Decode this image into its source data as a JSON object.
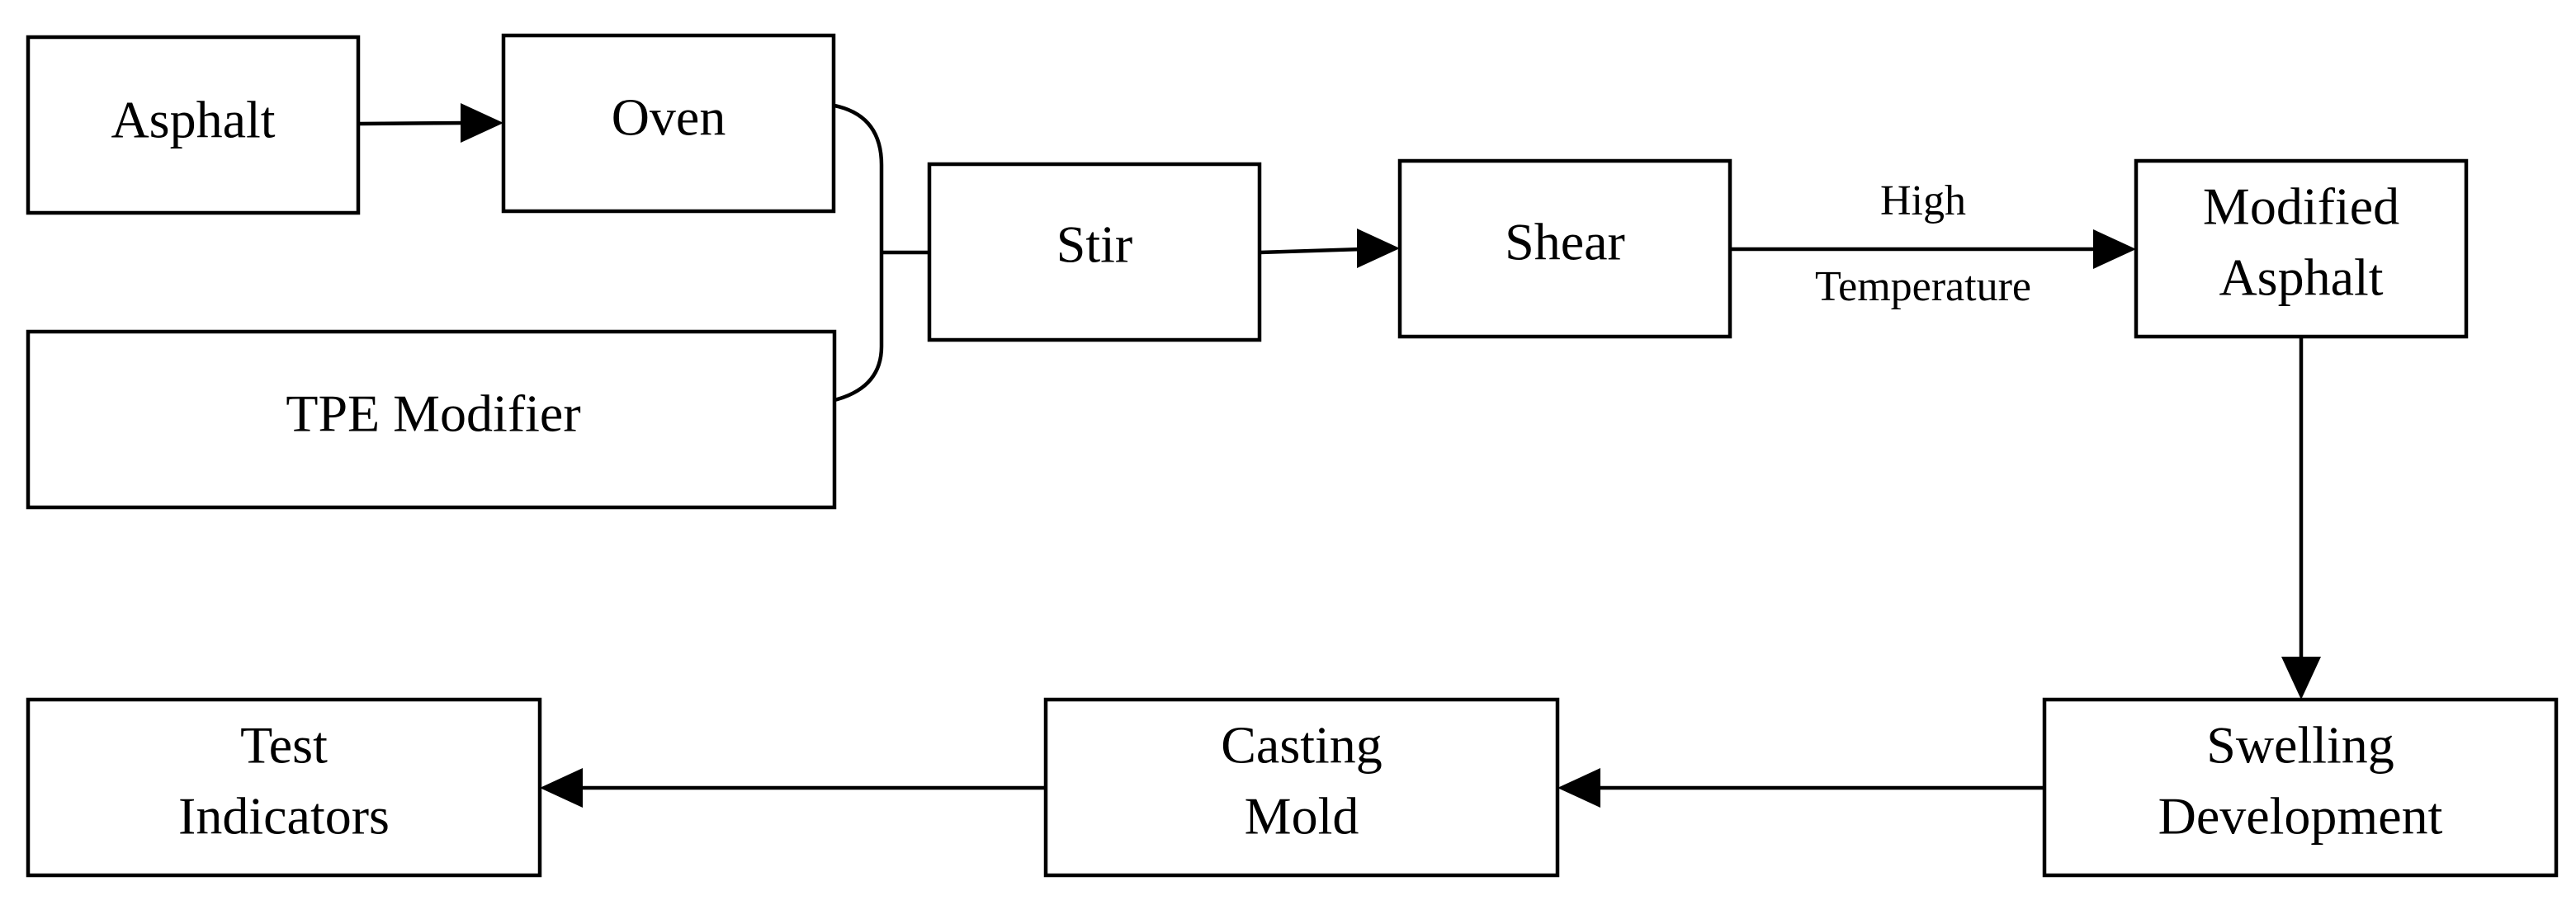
{
  "diagram": {
    "nodes": {
      "asphalt": {
        "label": "Asphalt"
      },
      "oven": {
        "label": "Oven"
      },
      "tpe_modifier": {
        "label": "TPE Modifier"
      },
      "stir": {
        "label": "Stir"
      },
      "shear": {
        "label": "Shear"
      },
      "modified_asphalt": {
        "line1": "Modified",
        "line2": "Asphalt"
      },
      "swelling_development": {
        "line1": "Swelling",
        "line2": "Development"
      },
      "casting_mold": {
        "line1": "Casting",
        "line2": "Mold"
      },
      "test_indicators": {
        "line1": "Test",
        "line2": "Indicators"
      }
    },
    "edges": {
      "shear_to_modified": {
        "label_line1": "High",
        "label_line2": "Temperature"
      }
    }
  }
}
